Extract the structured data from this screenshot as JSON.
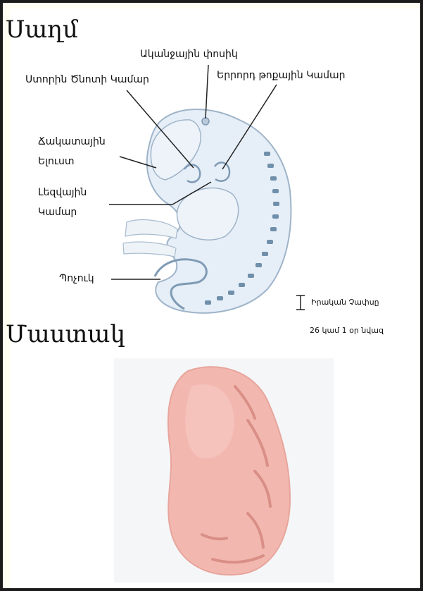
{
  "sections": {
    "top_title": "Սաղմ",
    "bottom_title": "Մաստակ"
  },
  "labels": {
    "rudiment": "Ականջային փոսիկ",
    "jaw": "Ստորին Ծնոտի Կամար",
    "third": "Երրորդ թոքային Կամար",
    "eye_line1": "Ճակատային",
    "eye_line2": "Ելուստ",
    "tongue_line1": "Լեզվային",
    "tongue_line2": "Կամար",
    "tail": "Պոչուկ",
    "scale": "Իրական Չափսը",
    "age": "26 կամ 1 օր նվազ"
  },
  "colors": {
    "embryo_fill": "#e6eef7",
    "embryo_stroke": "#9fb4c9",
    "somite": "#6f8faa",
    "gum_fill": "#f2b8b0",
    "gum_shadow": "#d98f86"
  }
}
